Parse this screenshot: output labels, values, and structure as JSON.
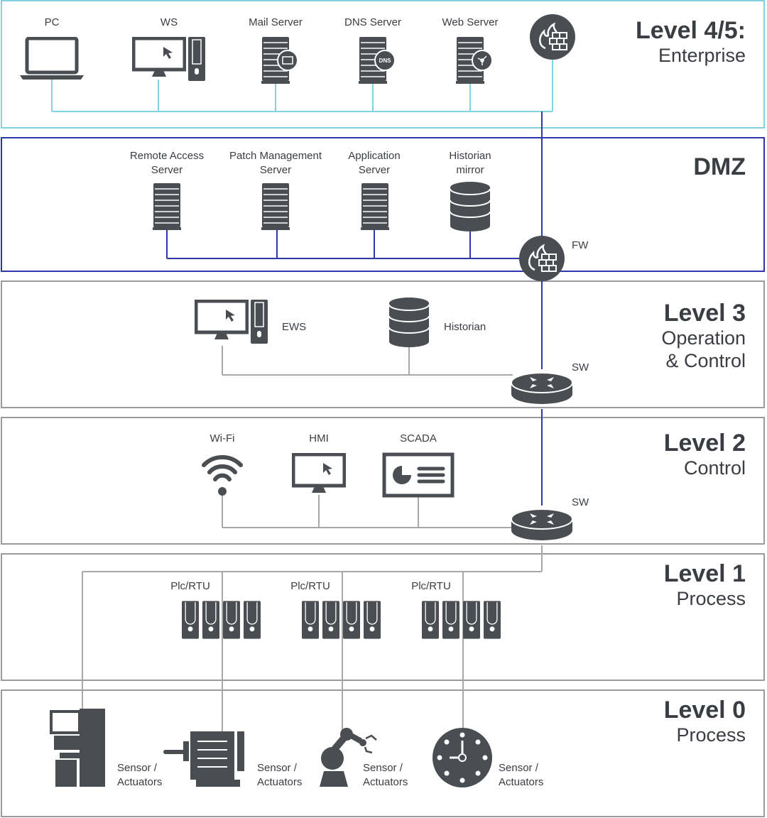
{
  "colors": {
    "enterprise_border": "#7fd3e3",
    "dmz_border": "#2b3aa8",
    "level_border": "#9a9a9a",
    "icon": "#4a4d52",
    "enterprise_link": "#7fd3e3",
    "dmz_link": "#2b3aa8",
    "control_link": "#a8a8a8"
  },
  "levels": {
    "enterprise": {
      "title": "Level 4/5:",
      "subtitle": "Enterprise",
      "devices": [
        "PC",
        "WS",
        "Mail Server",
        "DNS Server",
        "Web Server"
      ]
    },
    "dmz": {
      "title": "DMZ",
      "devices": [
        [
          "Remote Access",
          "Server"
        ],
        [
          "Patch Management",
          "Server"
        ],
        [
          "Application",
          "Server"
        ],
        [
          "Historian",
          "mirror"
        ]
      ],
      "firewall": "FW",
      "dns_badge": "DNS"
    },
    "level3": {
      "title": "Level 3",
      "subtitle1": "Operation",
      "subtitle2": "& Control",
      "devices": [
        "EWS",
        "Historian"
      ],
      "switch": "SW"
    },
    "level2": {
      "title": "Level 2",
      "subtitle": "Control",
      "devices": [
        "Wi-Fi",
        "HMI",
        "SCADA"
      ],
      "switch": "SW"
    },
    "level1": {
      "title": "Level 1",
      "subtitle": "Process",
      "devices": [
        "Plc/RTU",
        "Plc/RTU",
        "Plc/RTU"
      ]
    },
    "level0": {
      "title": "Level 0",
      "subtitle": "Process",
      "devices": [
        [
          "Sensor /",
          "Actuators"
        ],
        [
          "Sensor /",
          "Actuators"
        ],
        [
          "Sensor /",
          "Actuators"
        ],
        [
          "Sensor /",
          "Actuators"
        ]
      ]
    }
  }
}
